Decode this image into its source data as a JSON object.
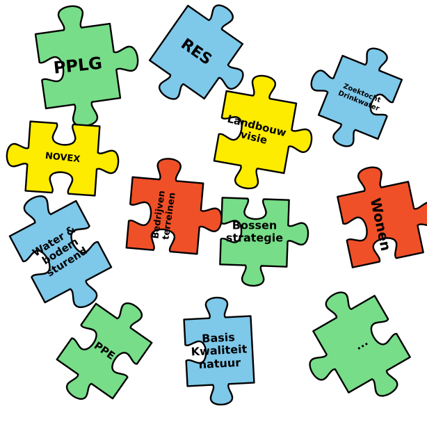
{
  "pieces": [
    {
      "id": "pplg",
      "lines": [
        "PPLG"
      ],
      "color": "#77dd88"
    },
    {
      "id": "res",
      "lines": [
        "RES"
      ],
      "color": "#7ec8ea"
    },
    {
      "id": "zoektocht",
      "lines": [
        "Zoektocht",
        "Drinkwater"
      ],
      "color": "#7ec8ea"
    },
    {
      "id": "novex",
      "lines": [
        "NOVEX"
      ],
      "color": "#fdeb00"
    },
    {
      "id": "landbouw",
      "lines": [
        "Landbouw",
        "visie"
      ],
      "color": "#fdeb00"
    },
    {
      "id": "bedrijven",
      "lines": [
        "Bedrijven",
        "terreinen"
      ],
      "color": "#f05028"
    },
    {
      "id": "bossen",
      "lines": [
        "Bossen",
        "strategie"
      ],
      "color": "#77dd88"
    },
    {
      "id": "wonen",
      "lines": [
        "Wonen"
      ],
      "color": "#f05028"
    },
    {
      "id": "water",
      "lines": [
        "Water &",
        "bodem",
        "sturend"
      ],
      "color": "#7ec8ea"
    },
    {
      "id": "ppe",
      "lines": [
        "PPE"
      ],
      "color": "#77dd88"
    },
    {
      "id": "basis",
      "lines": [
        "Basis",
        "Kwaliteit",
        "natuur"
      ],
      "color": "#7ec8ea"
    },
    {
      "id": "more",
      "lines": [
        "..."
      ],
      "color": "#77dd88"
    }
  ]
}
